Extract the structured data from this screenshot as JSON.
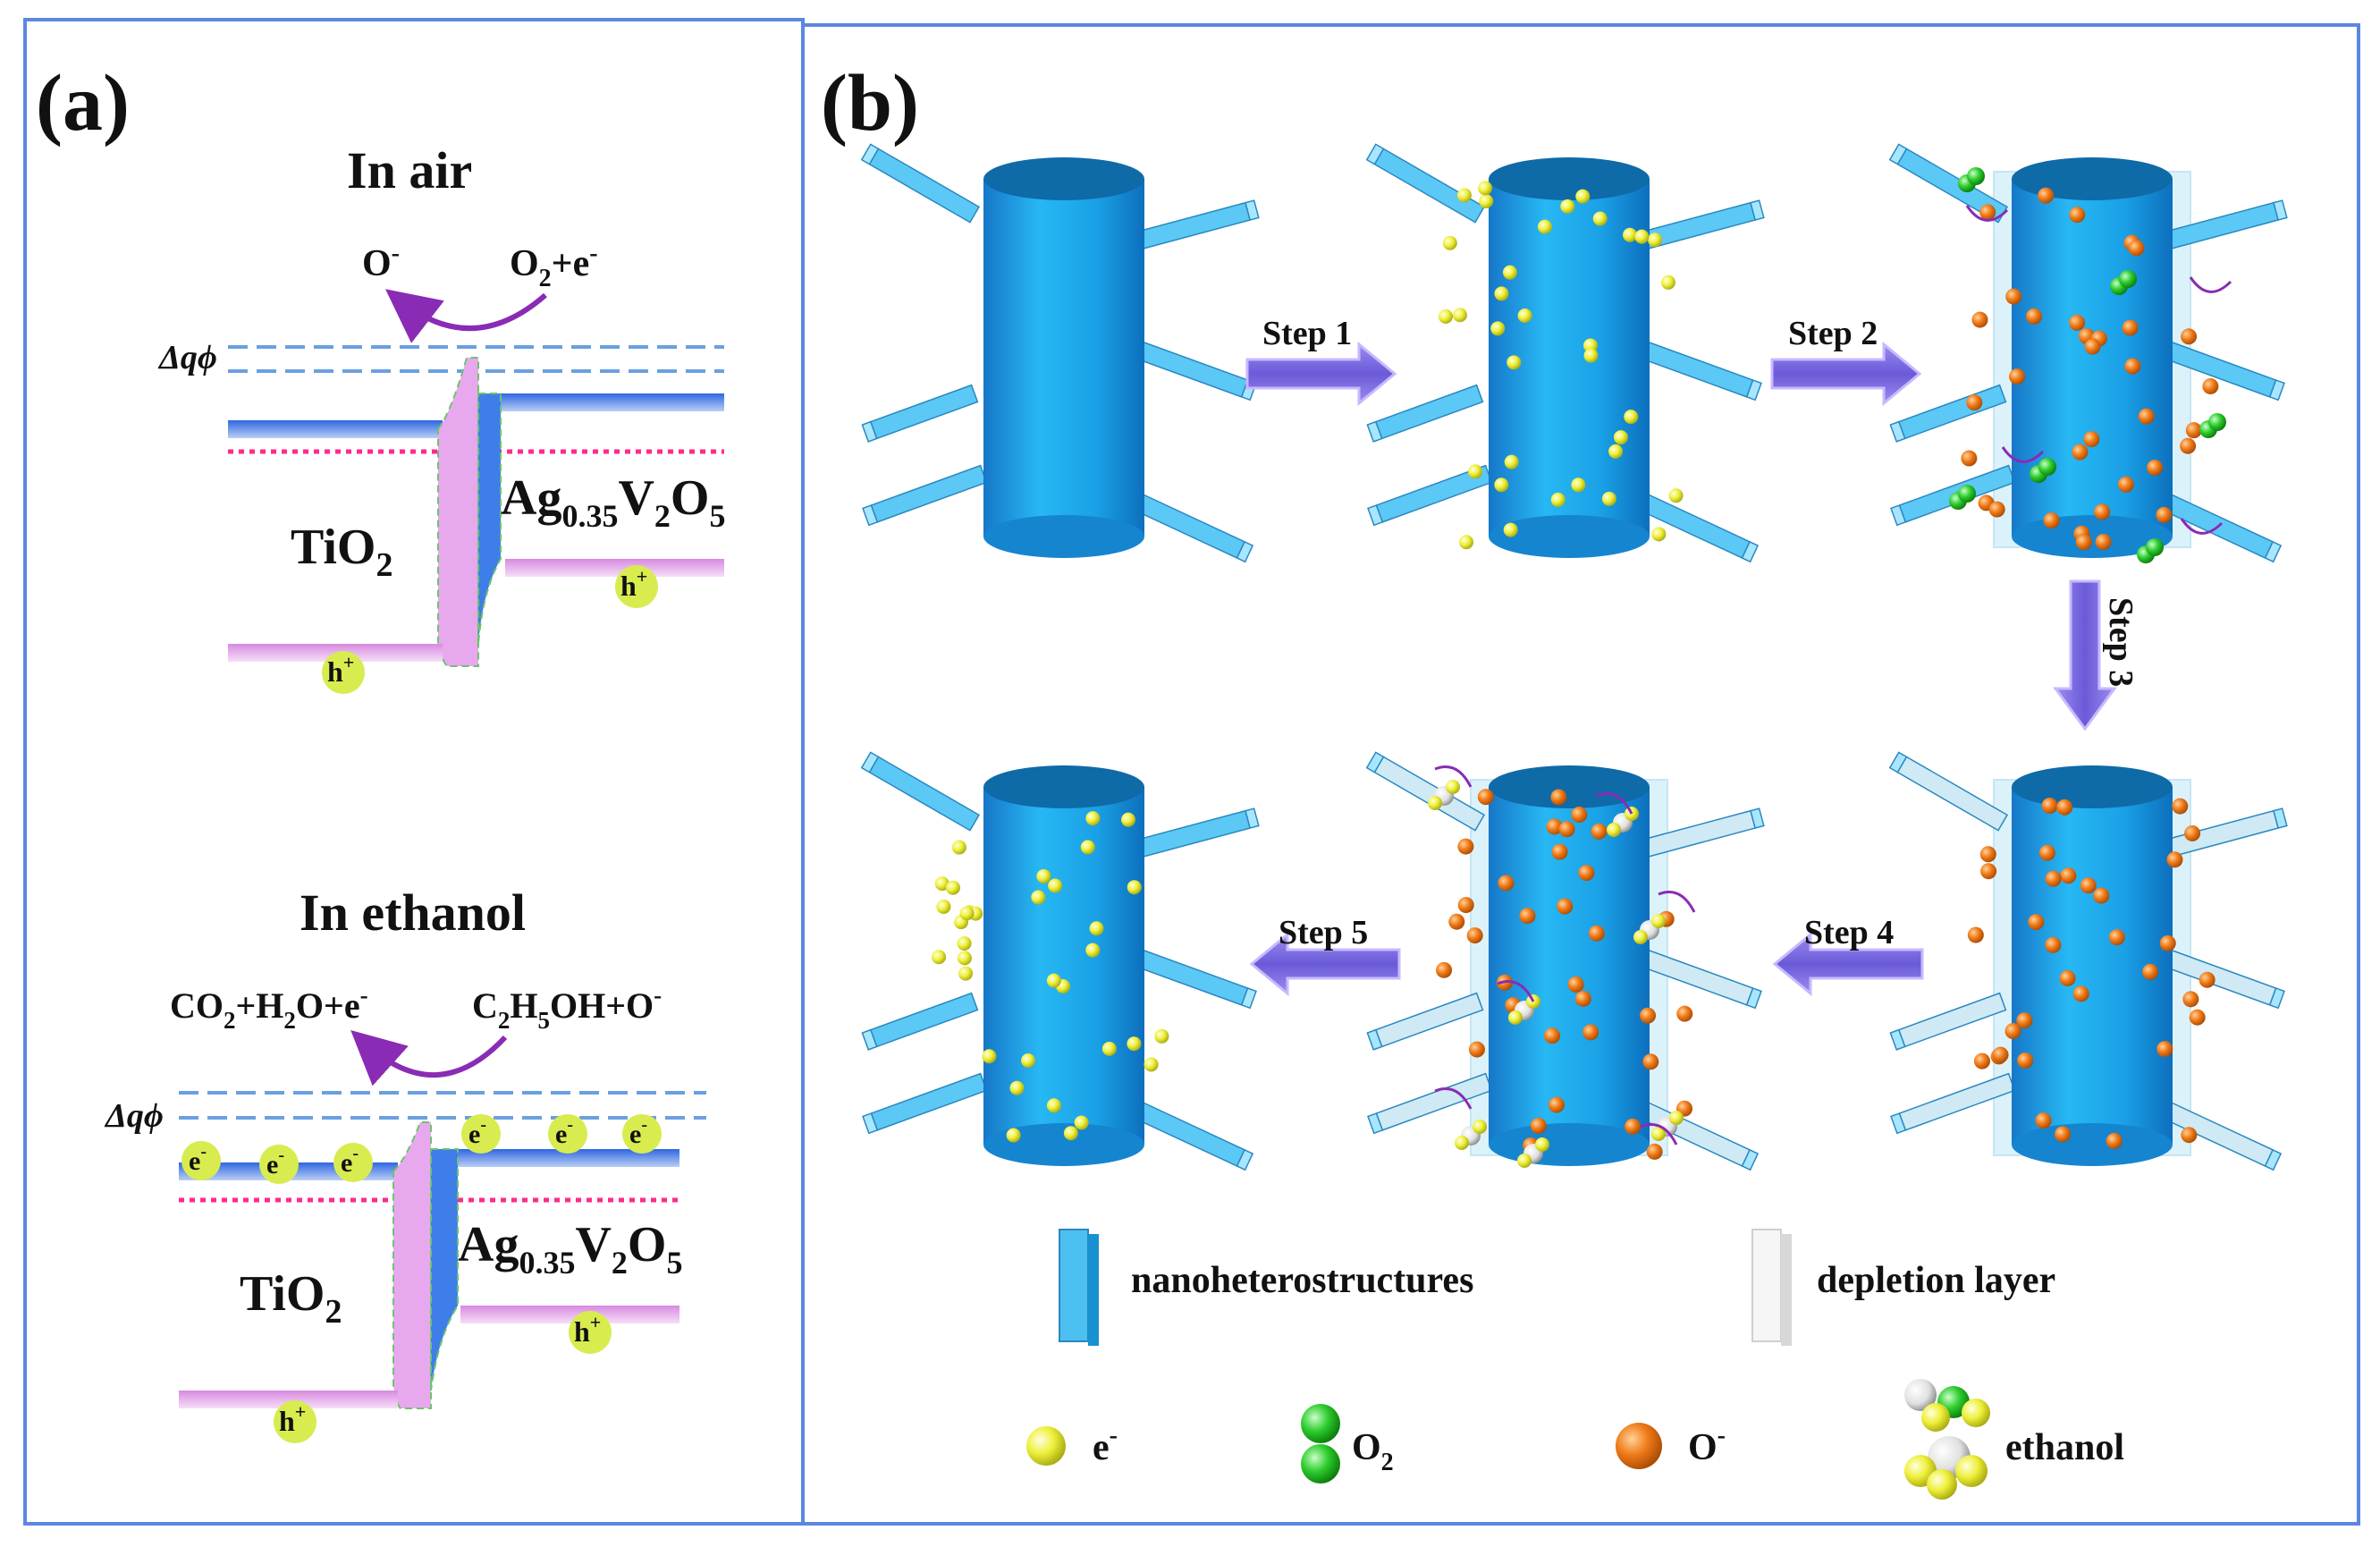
{
  "colors": {
    "frame": "#5b87e0",
    "conduction_band": "#2f66e0",
    "valence_band": "#d88ae0",
    "fermi_level": "#ff2a8a",
    "vacuum_dashed": "#6aa0e0",
    "hetero_tio2": "#e8a8ee",
    "hetero_agvo": "#3f7ee8",
    "arrow": "#8a2bb5",
    "electron": "#eef03a",
    "o2": "#2ecc2e",
    "o_minus": "#f07a18",
    "cylinder": "#1aa8ee",
    "step_arrow": "#6a5ad8"
  },
  "panel_a": {
    "label": "(a)",
    "air": {
      "title": "In air",
      "left_species": "O",
      "left_species_sup": "-",
      "right_species_1": "O",
      "right_species_sub": "2",
      "right_species_2": "+e",
      "right_species_sup": "-",
      "delta": "Δqϕ",
      "tio2_main": "TiO",
      "tio2_sub": "2",
      "agvo_ag": "Ag",
      "agvo_sub1": "0.35",
      "agvo_v": "V",
      "agvo_sub2": "2",
      "agvo_o": "O",
      "agvo_sub3": "5",
      "hole_main": "h",
      "hole_sup": "+"
    },
    "ethanol": {
      "title": "In ethanol",
      "left_co": "CO",
      "left_co_sub": "2",
      "left_h": "+H",
      "left_h_sub": "2",
      "left_rest": "O+e",
      "left_sup": "-",
      "right_c": "C",
      "right_c_sub": "2",
      "right_h": "H",
      "right_h_sub": "5",
      "right_rest": "OH+O",
      "right_sup": "-",
      "delta": "Δqϕ",
      "electron_main": "e",
      "electron_sup": "-"
    }
  },
  "panel_b": {
    "label": "(b)",
    "steps": [
      "Step 1",
      "Step 2",
      "Step 3",
      "Step 4",
      "Step 5"
    ],
    "legend": {
      "nanohetero": "nanoheterostructures",
      "depletion": "depletion layer",
      "electron_main": "e",
      "electron_sup": "-",
      "o2_main": "O",
      "o2_sub": "2",
      "ominus_main": "O",
      "ominus_sup": "-",
      "ethanol": "ethanol"
    }
  }
}
